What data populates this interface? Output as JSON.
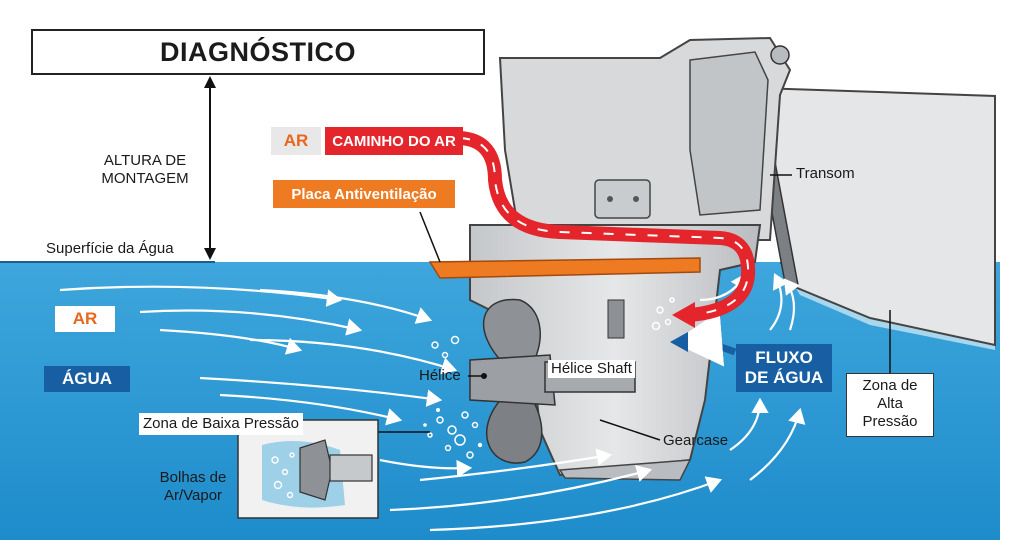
{
  "title": "DIAGNÓSTICO",
  "labels": {
    "mounting_height_line1": "ALTURA DE",
    "mounting_height_line2": "MONTAGEM",
    "water_surface": "Superfície da Água",
    "air_tag_top": "AR",
    "air_path": "CAMINHO DO AR",
    "anti_ventilation_plate": "Placa Antiventilação",
    "air_tag_left": "AR",
    "water_tag": "ÁGUA",
    "propeller": "Hélice",
    "propeller_shaft": "Hélice Shaft",
    "low_pressure_zone": "Zona de Baixa Pressão",
    "bubbles_line1": "Bolhas de",
    "bubbles_line2": "Ar/Vapor",
    "gearcase": "Gearcase",
    "water_flow_line1": "FLUXO",
    "water_flow_line2": "DE ÁGUA",
    "transom": "Transom",
    "high_pressure_line1": "Zona de",
    "high_pressure_line2": "Alta",
    "high_pressure_line3": "Pressão"
  },
  "colors": {
    "water": "#2a9ad4",
    "water_light": "#9ed0e8",
    "air_path": "#e4252b",
    "plate": "#ee7a22",
    "water_flow_tag": "#175ea3",
    "engine": "#d2d4d6",
    "engine_dark": "#a9acb0"
  }
}
